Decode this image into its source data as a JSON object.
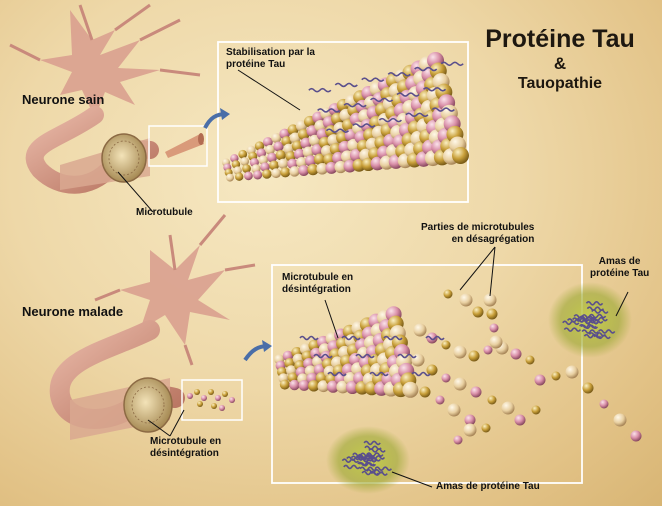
{
  "title": {
    "line1": "Protéine Tau",
    "line2": "&",
    "line3": "Tauopathie"
  },
  "labels": {
    "neurone_sain": "Neurone sain",
    "neurone_malade": "Neurone malade",
    "microtubule": "Microtubule",
    "microtubule_desintegration_1": "Microtubule en",
    "microtubule_desintegration_2": "désintégration",
    "stabilisation_1": "Stabilisation par la",
    "stabilisation_2": "protéine Tau",
    "parties_1": "Parties de microtubules",
    "parties_2": "en désagrégation",
    "micro_desint_zoom_1": "Microtubule en",
    "micro_desint_zoom_2": "désintégration",
    "amas_1": "Amas de",
    "amas_2": "protéine Tau",
    "amas_bottom": "Amas de protéine Tau"
  },
  "colors": {
    "pink_bead": "#d98fa8",
    "gold_bead": "#c9a03a",
    "tau_fiber": "#5a4f8c",
    "neuron": "#c98a7c",
    "frame": "#ffffff"
  }
}
